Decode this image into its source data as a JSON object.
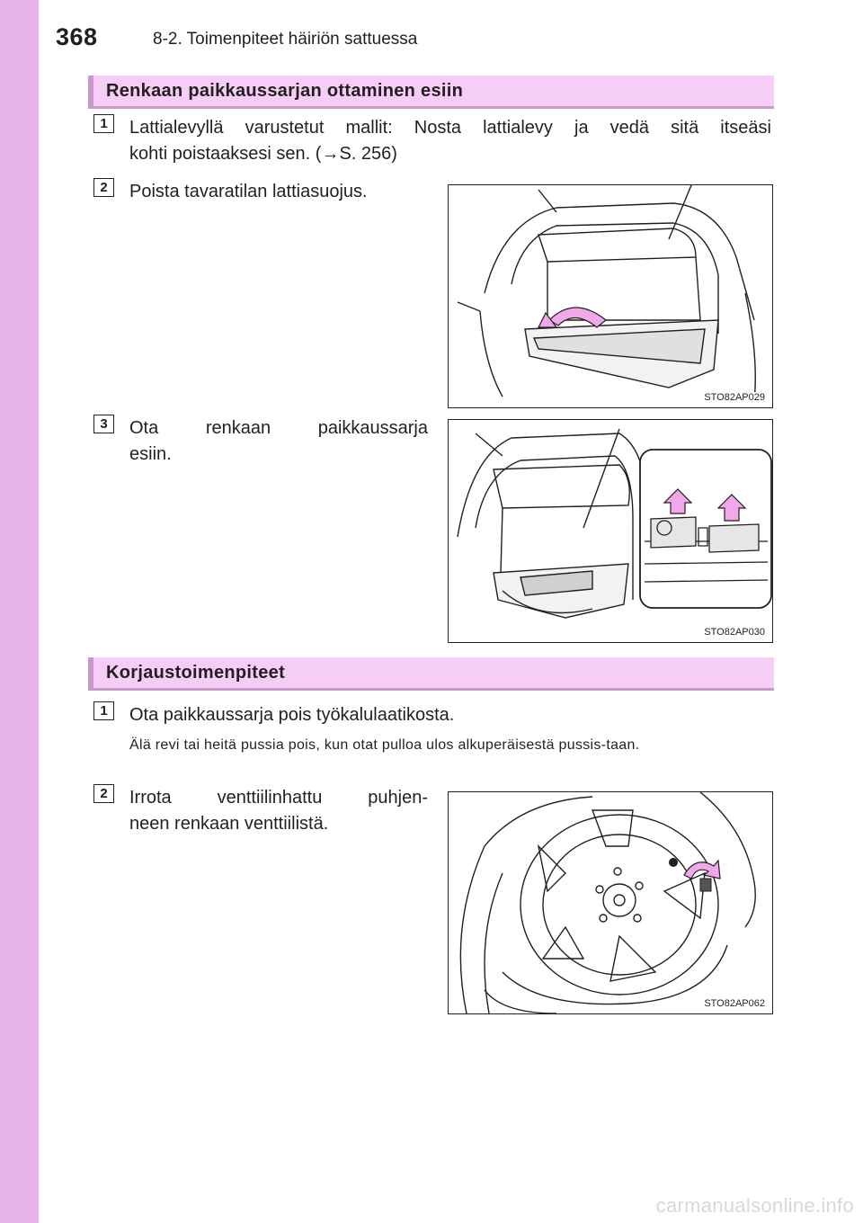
{
  "header": {
    "page_number": "368",
    "section": "8-2. Toimenpiteet häiriön sattuessa"
  },
  "section1": {
    "title": "Renkaan paikkaussarjan ottaminen esiin",
    "steps": [
      {
        "num": "1",
        "text_line1": "Lattialevyllä varustetut mallit: Nosta lattialevy ja vedä sitä itseäsi",
        "text_line2": "kohti poistaaksesi sen. (→S. 256)"
      },
      {
        "num": "2",
        "text": "Poista tavaratilan lattiasuojus.",
        "figure_code": "STO82AP029"
      },
      {
        "num": "3",
        "text_line1": "Ota renkaan paikkaussarja",
        "text_line2": "esiin.",
        "figure_code": "STO82AP030"
      }
    ]
  },
  "section2": {
    "title": "Korjaustoimenpiteet",
    "steps": [
      {
        "num": "1",
        "text": "Ota paikkaussarja pois työkalulaatikosta.",
        "note": "Älä revi tai heitä pussia pois, kun otat pulloa ulos alkuperäisestä pussis-taan."
      },
      {
        "num": "2",
        "text_line1": "Irrota venttiilinhattu puhjen-",
        "text_line2": "neen renkaan venttiilistä.",
        "figure_code": "STO82AP062"
      }
    ]
  },
  "footer": {
    "watermark": "carmanualsonline.info"
  },
  "colors": {
    "side_band": "#e8b3ea",
    "heading_fill": "#f6cdf6",
    "heading_rule": "#c999c9",
    "arrow_fill": "#f0a8e8"
  }
}
